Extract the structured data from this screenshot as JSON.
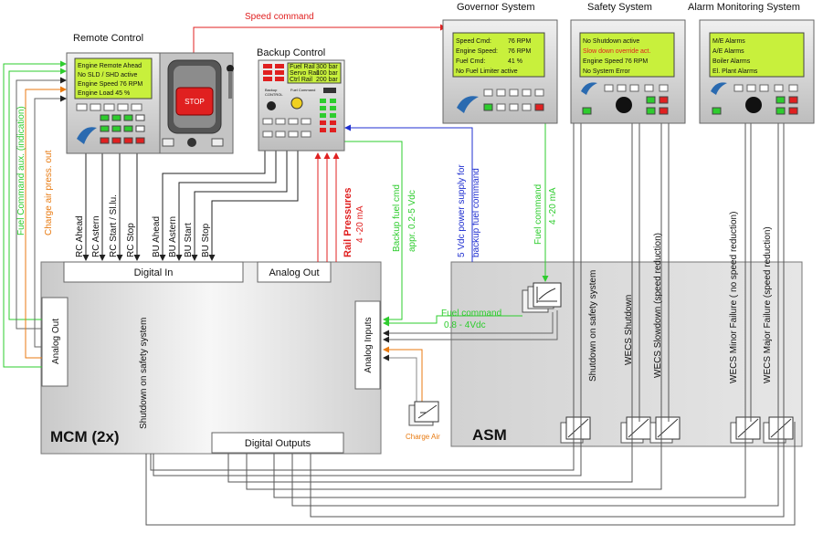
{
  "panels": {
    "remote_control": {
      "title": "Remote Control",
      "lcd": [
        "Engine Remote Ahead",
        "No SLD / SHD active",
        "Engine Speed 76 RPM",
        "Engine Load 45 %"
      ],
      "stop_label": "STOP"
    },
    "backup_control": {
      "title": "Backup Control",
      "lcd": [
        "Fuel Rail",
        "Servo Rail",
        "Ctrl Rail"
      ],
      "lcd_values": [
        "300 bar",
        "100 bar",
        "200 bar"
      ],
      "small_labels": [
        "Backup",
        "CONTROL",
        "Fuel Command"
      ]
    },
    "governor": {
      "title": "Governor System",
      "lcd": [
        "Speed Cmd:",
        "Engine Speed:",
        "Fuel Cmd:",
        "No Fuel Limiter active"
      ],
      "lcd_values": [
        "76 RPM",
        "76 RPM",
        "41 %",
        ""
      ]
    },
    "safety": {
      "title": "Safety System",
      "lcd": [
        "No Shutdown active",
        "Slow down override act.",
        "Engine Speed   76 RPM",
        "No System Error"
      ]
    },
    "alarm": {
      "title": "Alarm Monitoring System",
      "lcd": [
        "M/E Alarms",
        "A/E Alarms",
        "Boiler Alarms",
        "El. Plant Alarms"
      ]
    }
  },
  "blocks": {
    "mcm": {
      "title": "MCM (2x)",
      "digital_in": "Digital In",
      "analog_out_top": "Analog Out",
      "analog_out_left": "Analog Out",
      "analog_inputs": "Analog Inputs",
      "digital_outputs": "Digital Outputs"
    },
    "asm": {
      "title": "ASM"
    },
    "charge_air": "Charge Air"
  },
  "signals": {
    "speed_command": "Speed command",
    "digital_inputs": [
      "RC Ahead",
      "RC Astern",
      "RC Start / Sl.lu.",
      "RC Stop",
      "BU Ahead",
      "BU Astern",
      "BU Start",
      "BU Stop"
    ],
    "shutdown_mcm": "Shutdown on safety system",
    "fuel_command_aux": "Fuel Command aux. (indication)",
    "charge_air_press": "Charge air press. out",
    "rail_pressures": "Rail Pressures",
    "rail_pressures_range": "4 -20 mA",
    "backup_fuel_cmd": "Backup fuel cmd",
    "backup_fuel_cmd_range": "appr. 0.2-5 Vdc",
    "power_supply": "5 Vdc power supply for",
    "power_supply_2": "backup fuel command",
    "fuel_command_ma": "Fuel command",
    "fuel_command_ma_range": "4 -20 mA",
    "fuel_command_v": "Fuel command",
    "fuel_command_v_range": "0.8 - 4Vdc",
    "asm_outputs": [
      "Shutdown on safety system",
      "WECS Shutdown",
      "WECS Slowdown (speed reduction)",
      "WECS Minor Failure  ( no speed reduction)",
      "WECS Major Failure (speed reduction)"
    ]
  },
  "colors": {
    "red": "#e02020",
    "green": "#2ecc2e",
    "orange": "#e87a10",
    "blue": "#1f2fd0",
    "lcd": "#c8f03c",
    "panel": "#d8d8d8",
    "block": "#d9d9d9"
  }
}
